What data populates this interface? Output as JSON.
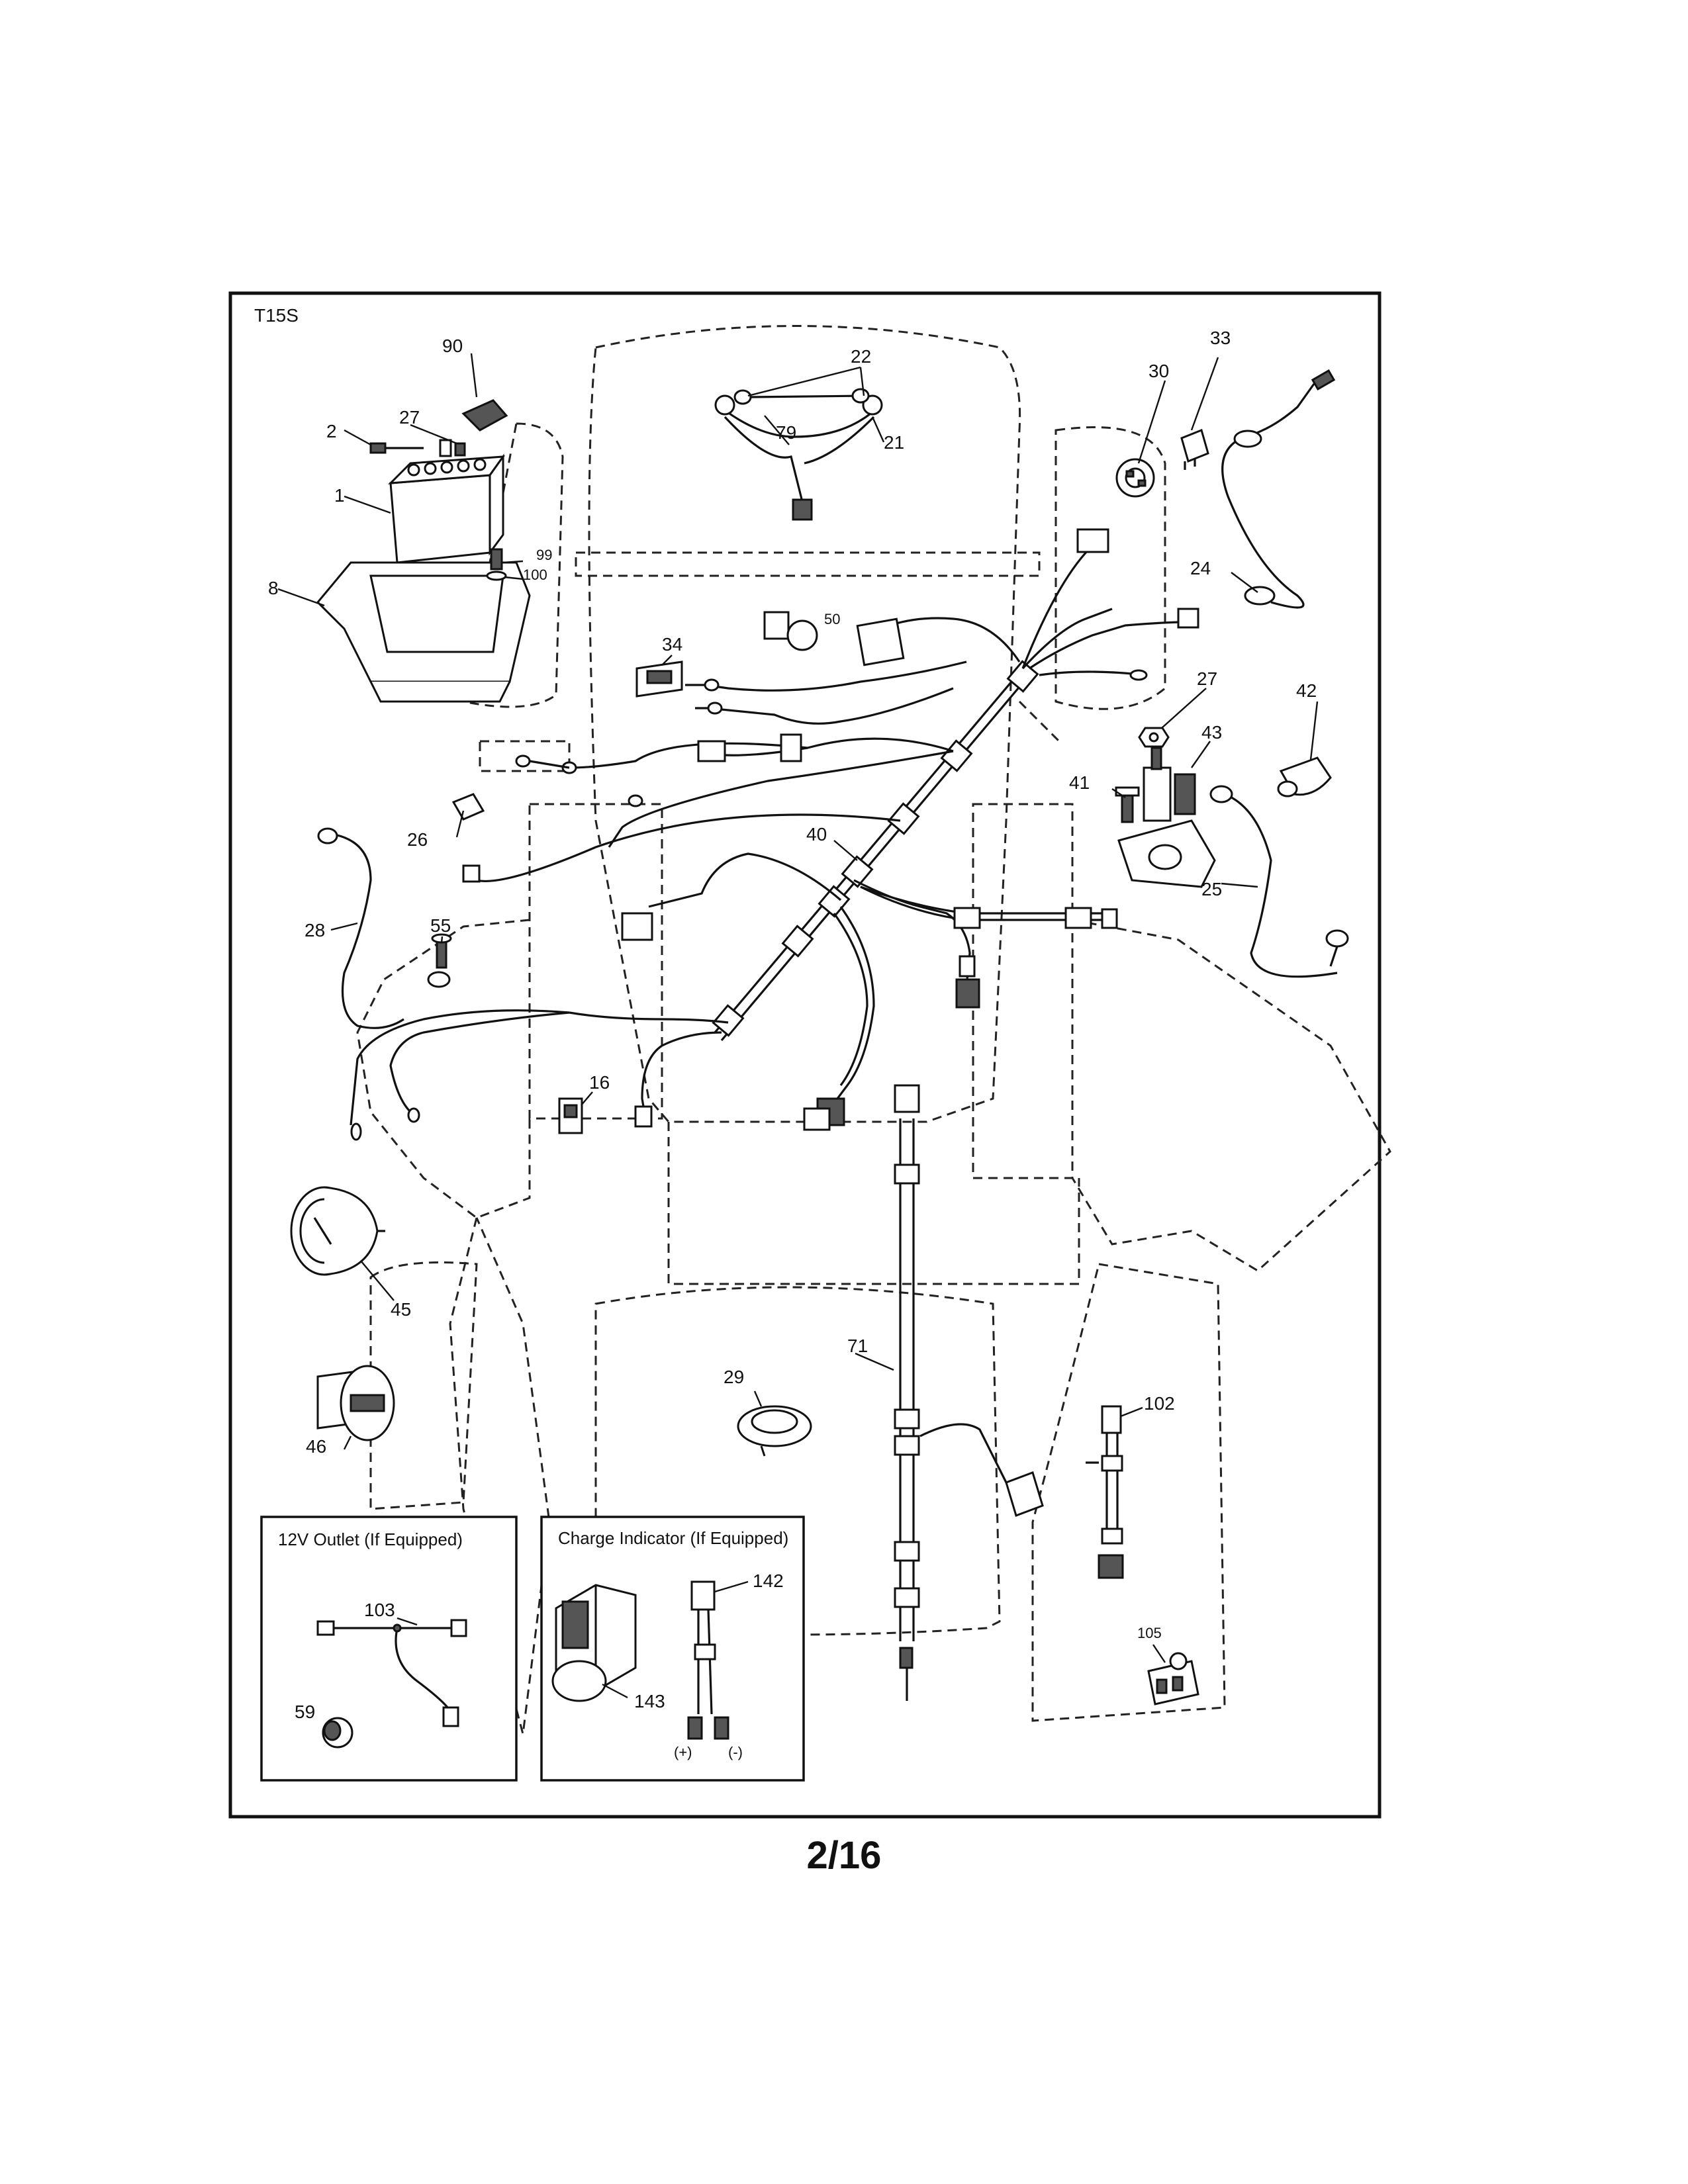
{
  "diagram": {
    "model_label": "T15S",
    "page_number": "2/16",
    "inset_12v_outlet": {
      "title": "12V Outlet  (If Equipped)"
    },
    "inset_charge_indicator": {
      "title": "Charge Indicator (If Equipped)",
      "plus_label": "(+)",
      "minus_label": "(-)"
    },
    "callouts": {
      "c1": "1",
      "c2": "2",
      "c8": "8",
      "c16": "16",
      "c21": "21",
      "c22": "22",
      "c24": "24",
      "c25": "25",
      "c26": "26",
      "c27a": "27",
      "c27b": "27",
      "c28": "28",
      "c29": "29",
      "c30": "30",
      "c33": "33",
      "c34": "34",
      "c40": "40",
      "c41": "41",
      "c42": "42",
      "c43": "43",
      "c45": "45",
      "c46": "46",
      "c50": "50",
      "c55": "55",
      "c59": "59",
      "c71": "71",
      "c79": "79",
      "c90": "90",
      "c99": "99",
      "c100": "100",
      "c102": "102",
      "c103": "103",
      "c105": "105",
      "c142": "142",
      "c143": "143"
    }
  }
}
